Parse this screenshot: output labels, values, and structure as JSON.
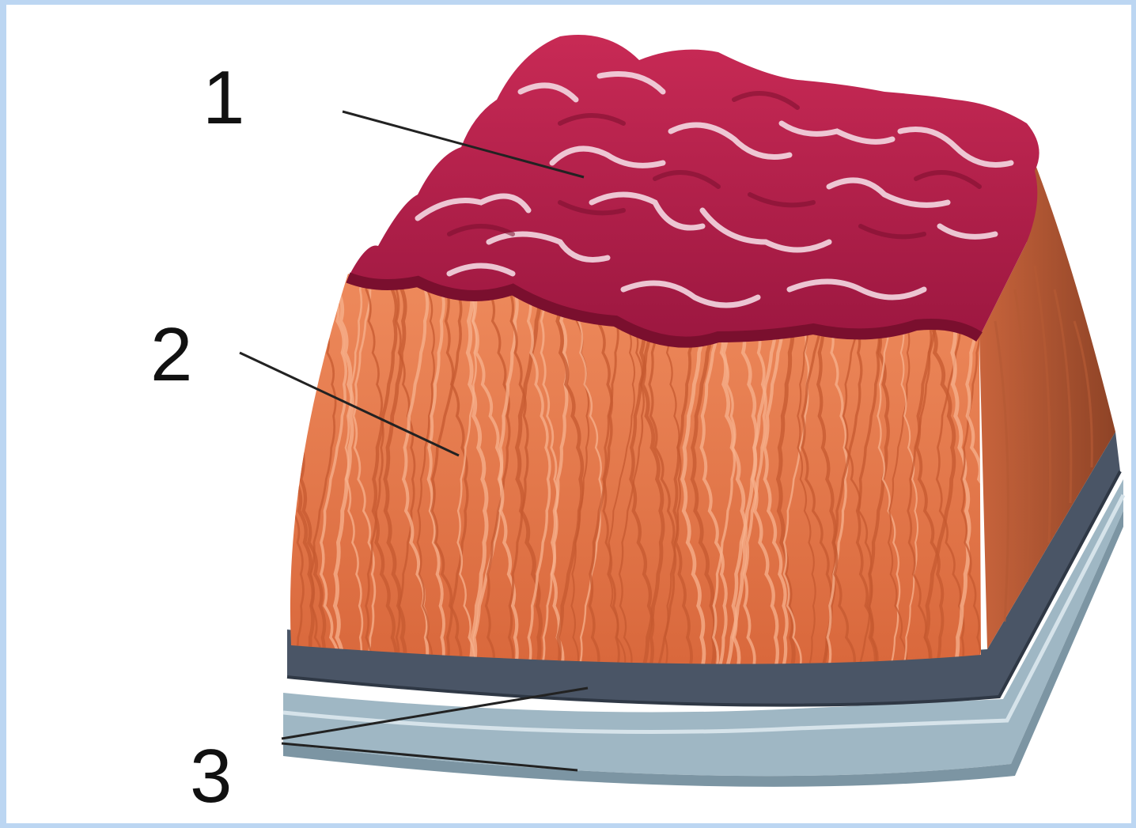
{
  "labels": [
    {
      "id": "1"
    },
    {
      "id": "2"
    },
    {
      "id": "3"
    }
  ],
  "colors": {
    "background_border": "#bcd6f2",
    "mucosa": "#b21e48",
    "mucosa_dark": "#7a0f2e",
    "mucosa_highlight": "#f4d8e2",
    "muscle_fibers": "#e8784a",
    "muscle_fiber_light": "#f7b28e",
    "submucosa_dark": "#4a5566",
    "serosa": "#9fb7c4",
    "leader_line": "#222222"
  }
}
